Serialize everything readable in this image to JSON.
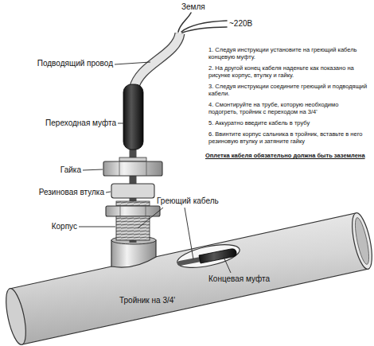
{
  "diagram": {
    "labels": [
      "Земля",
      "~220В",
      "Подводящий провод",
      "Переходная муфта",
      "Гайка",
      "Резиновая втулка",
      "Корпус",
      "Греющий кабель",
      "Концевая муфта",
      "Тройник на 3/4'",
      "1. Следуя инструкции установите на греющий кабель концевую муфту.",
      "2. На другой конец кабеля наденьте как показано на рисунке корпус, втулку и гайку.",
      "3. Следуя инструкции соедините греющий и подводящий кабели.",
      "4. Смонтируйте на трубе, которую необходимо подогреть, тройник с переходом на 3/4'",
      "5. Аккуратно введите кабель в трубу",
      "6. Ввинтите корпус сальника в тройник, вставьте в него резиновую втулку и затяните гайку",
      "Оплетка кабеля обязательно должна быть заземлена"
    ]
  }
}
